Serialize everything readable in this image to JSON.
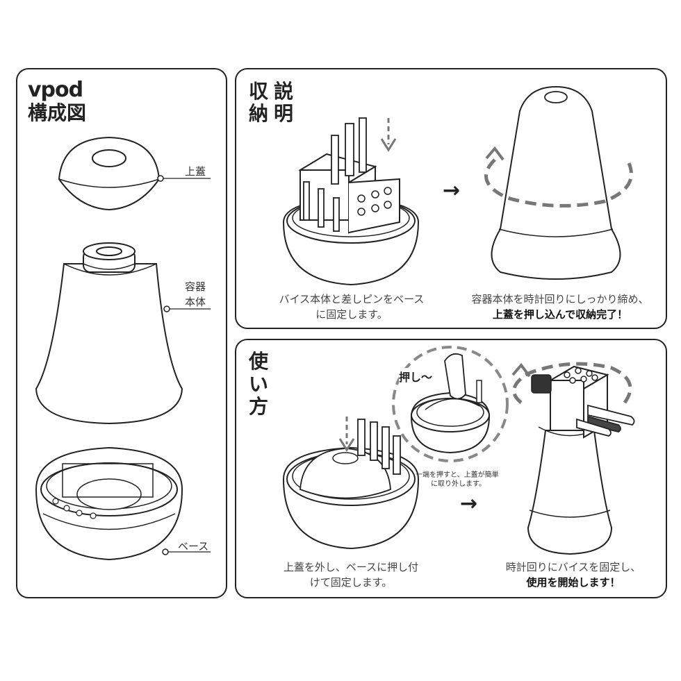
{
  "parts_panel": {
    "brand": "vpod",
    "title": "構成図",
    "labels": {
      "lid": "上蓋",
      "body_line1": "容器",
      "body_line2": "本体",
      "base": "ベース"
    }
  },
  "storage_panel": {
    "title_col1": "収",
    "title_col1b": "納",
    "title_col2": "説",
    "title_col2b": "明",
    "caption_left_line1": "バイス本体と差しピンをベース",
    "caption_left_line2": "に固定します。",
    "caption_right_line1": "容器本体を時計回りにしっかり締め、",
    "caption_right_line2": "上蓋を押し込んで収納完了！",
    "arrow": "→"
  },
  "usage_panel": {
    "title_1": "使",
    "title_2": "い",
    "title_3": "方",
    "push_label": "押し～",
    "note_line1": "一端を押すと、上蓋が簡単",
    "note_line2": "に取り外します。",
    "caption_left_line1": "上蓋を外し、ベースに押し付",
    "caption_left_line2": "けて固定します。",
    "caption_right_line1": "時計回りにバイスを固定し、",
    "caption_right_line2": "使用を開始します！",
    "arrow": "→"
  }
}
